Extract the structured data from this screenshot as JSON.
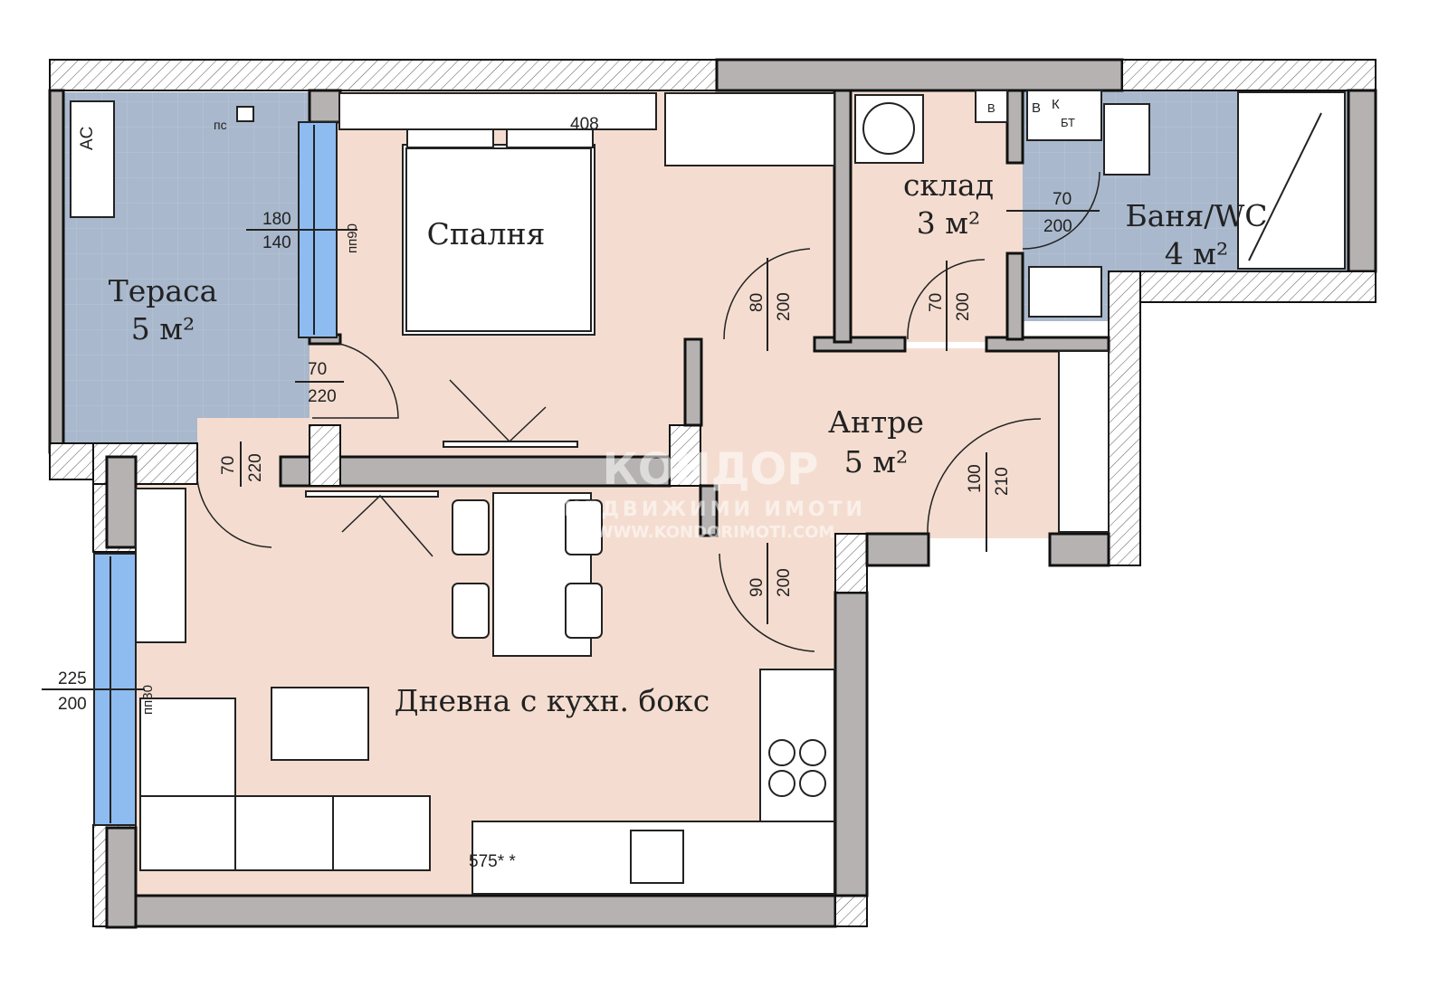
{
  "rooms": {
    "terrace": {
      "name": "Тераса",
      "area": "5 м²"
    },
    "bedroom": {
      "name": "Спалня"
    },
    "storage": {
      "name": "склад",
      "area": "3 м²"
    },
    "bathroom": {
      "name": "Баня/WC",
      "area": "4 м²"
    },
    "hall": {
      "name": "Антре",
      "area": "5 м²"
    },
    "living": {
      "name": "Дневна с кухн. бокс"
    }
  },
  "labels": {
    "ac": "AC",
    "pc": "пс",
    "pp90": "пп90",
    "pp30": "пп30",
    "wm": "В",
    "k": "К",
    "bt": "БТ",
    "b": "В"
  },
  "dimensions": {
    "bed_width": "408",
    "win_t_w": "180",
    "win_t_h": "140",
    "door_t_w": "70",
    "door_t_h": "220",
    "door_l_w": "70",
    "door_l_h": "220",
    "door_b_w": "80",
    "door_b_h": "200",
    "door_s_w": "70",
    "door_s_h": "200",
    "door_bath_w": "70",
    "door_bath_h": "200",
    "door_e_w": "100",
    "door_e_h": "210",
    "door_k_w": "90",
    "door_k_h": "200",
    "win_l_w": "225",
    "win_l_h": "200",
    "kitchen_len": "575* *"
  },
  "watermark": {
    "brand": "КОНДОР",
    "sub": "НЕДВИЖИМИ ИМОТИ",
    "url": "WWW.KONDORIMOTI.COM"
  },
  "colors": {
    "pink": "#f4ddd0",
    "blue": "#a9b8cc",
    "wall": "#b5b2b1",
    "glass": "#8fbcf0"
  }
}
